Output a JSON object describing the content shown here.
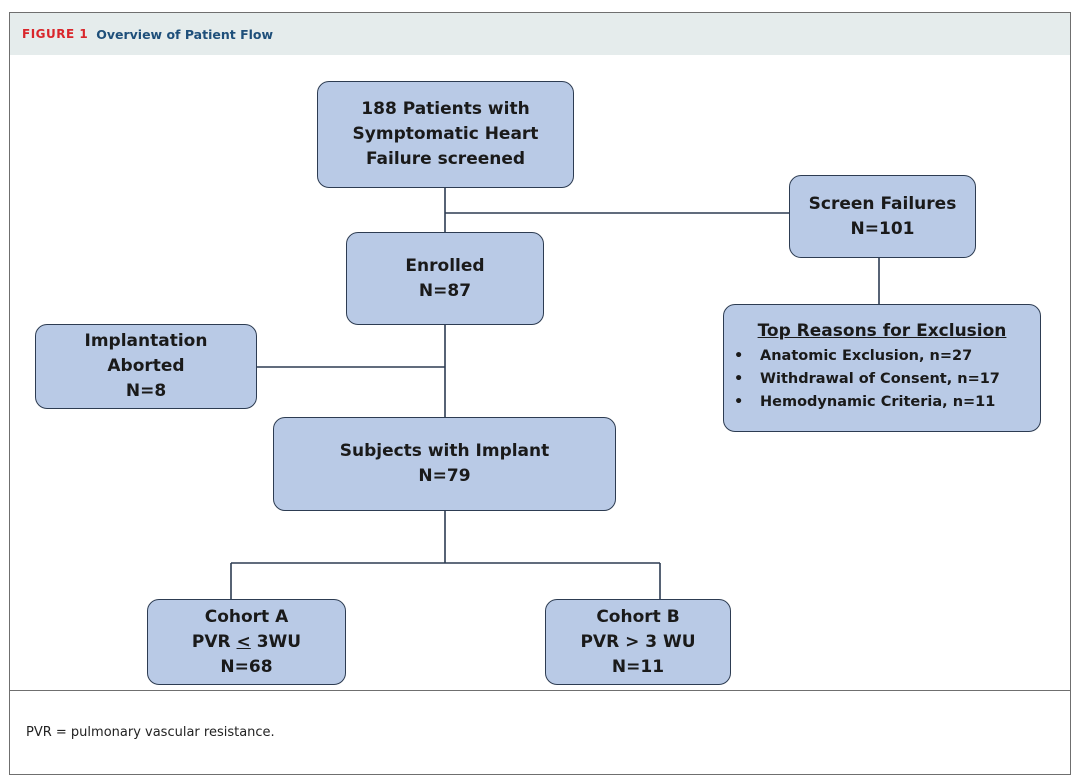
{
  "header": {
    "figure_label": "FIGURE 1",
    "title": "Overview of Patient Flow"
  },
  "nodes": {
    "screened": {
      "lines": [
        "188 Patients with",
        "Symptomatic Heart",
        "Failure screened"
      ]
    },
    "screen_failures": {
      "lines": [
        "Screen Failures",
        "N=101"
      ]
    },
    "enrolled": {
      "lines": [
        "Enrolled",
        "N=87"
      ]
    },
    "reasons": {
      "title": "Top Reasons for Exclusion",
      "bullet": "•",
      "items": [
        "Anatomic Exclusion, n=27",
        "Withdrawal of Consent, n=17",
        "Hemodynamic Criteria, n=11"
      ]
    },
    "aborted": {
      "lines": [
        "Implantation",
        "Aborted",
        "N=8"
      ]
    },
    "implant": {
      "lines": [
        "Subjects with Implant",
        "N=79"
      ]
    },
    "cohort_a": {
      "line1": "Cohort A",
      "line2_prefix": "PVR ",
      "line2_symbol": "<",
      "line2_suffix": " 3WU",
      "line3": "N=68"
    },
    "cohort_b": {
      "lines": [
        "Cohort B",
        "PVR > 3 WU",
        "N=11"
      ]
    }
  },
  "caption": "PVR = pulmonary vascular resistance.",
  "colors": {
    "box_fill": "#b9cae6",
    "box_border": "#2d3c52",
    "figure_label": "#d9262b",
    "title": "#1e4f7a",
    "header_bg": "#e5ecec"
  }
}
